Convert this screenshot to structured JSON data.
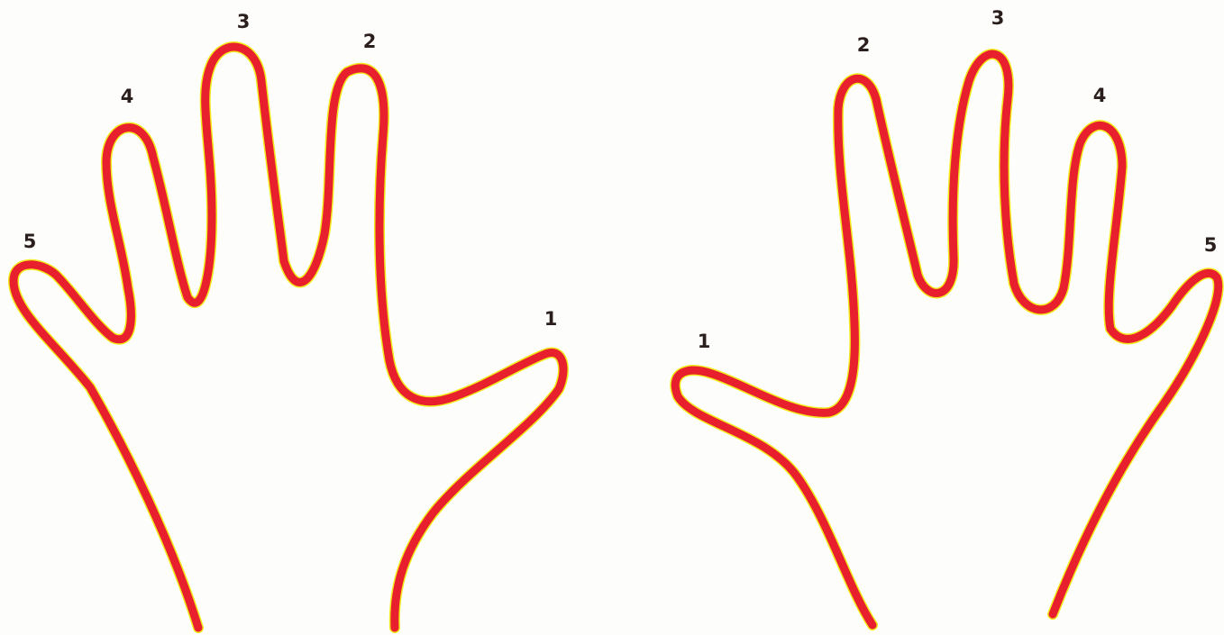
{
  "colors": {
    "background": "#fdfdfb",
    "outline": "#e8202e",
    "outline_edge": "#f2ea1c",
    "label": "#2a1f1c"
  },
  "left_hand": {
    "labels": {
      "thumb": "1",
      "index": "2",
      "middle": "3",
      "ring": "4",
      "little": "5"
    }
  },
  "right_hand": {
    "labels": {
      "thumb": "1",
      "index": "2",
      "middle": "3",
      "ring": "4",
      "little": "5"
    }
  }
}
